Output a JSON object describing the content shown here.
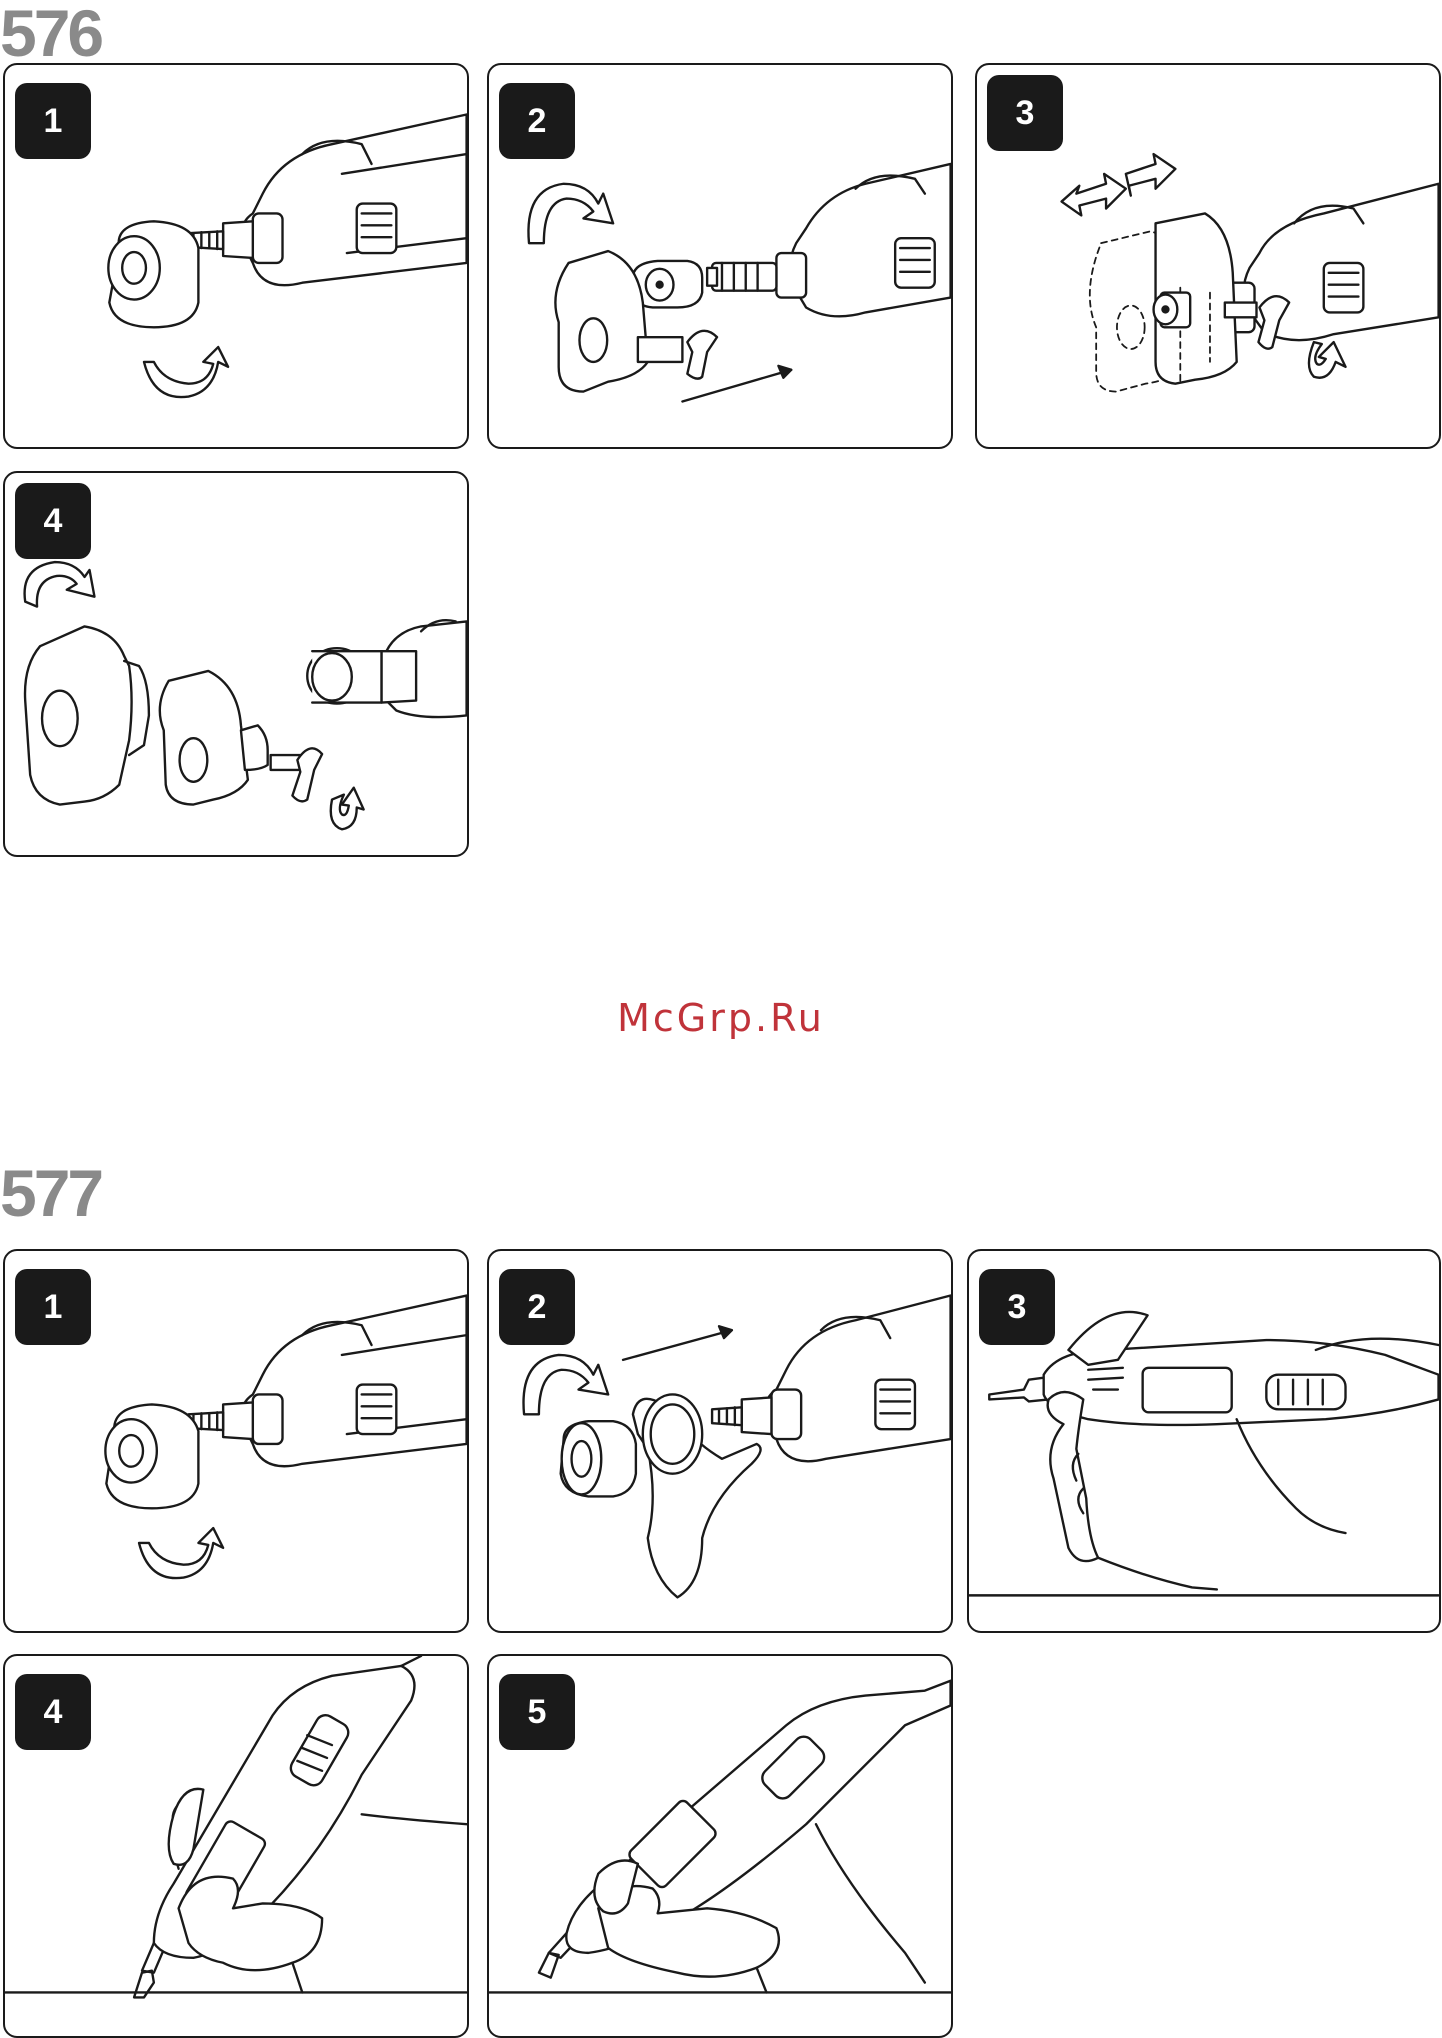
{
  "sections": [
    {
      "number": "576",
      "steps": [
        "1",
        "2",
        "3",
        "4"
      ]
    },
    {
      "number": "577",
      "steps": [
        "1",
        "2",
        "3",
        "4",
        "5"
      ]
    }
  ],
  "watermark": "McGrp.Ru",
  "icons": [
    "rotary-tool-illustration",
    "rotate-arrow-icon",
    "direction-arrow-icon",
    "hand-illustration"
  ]
}
